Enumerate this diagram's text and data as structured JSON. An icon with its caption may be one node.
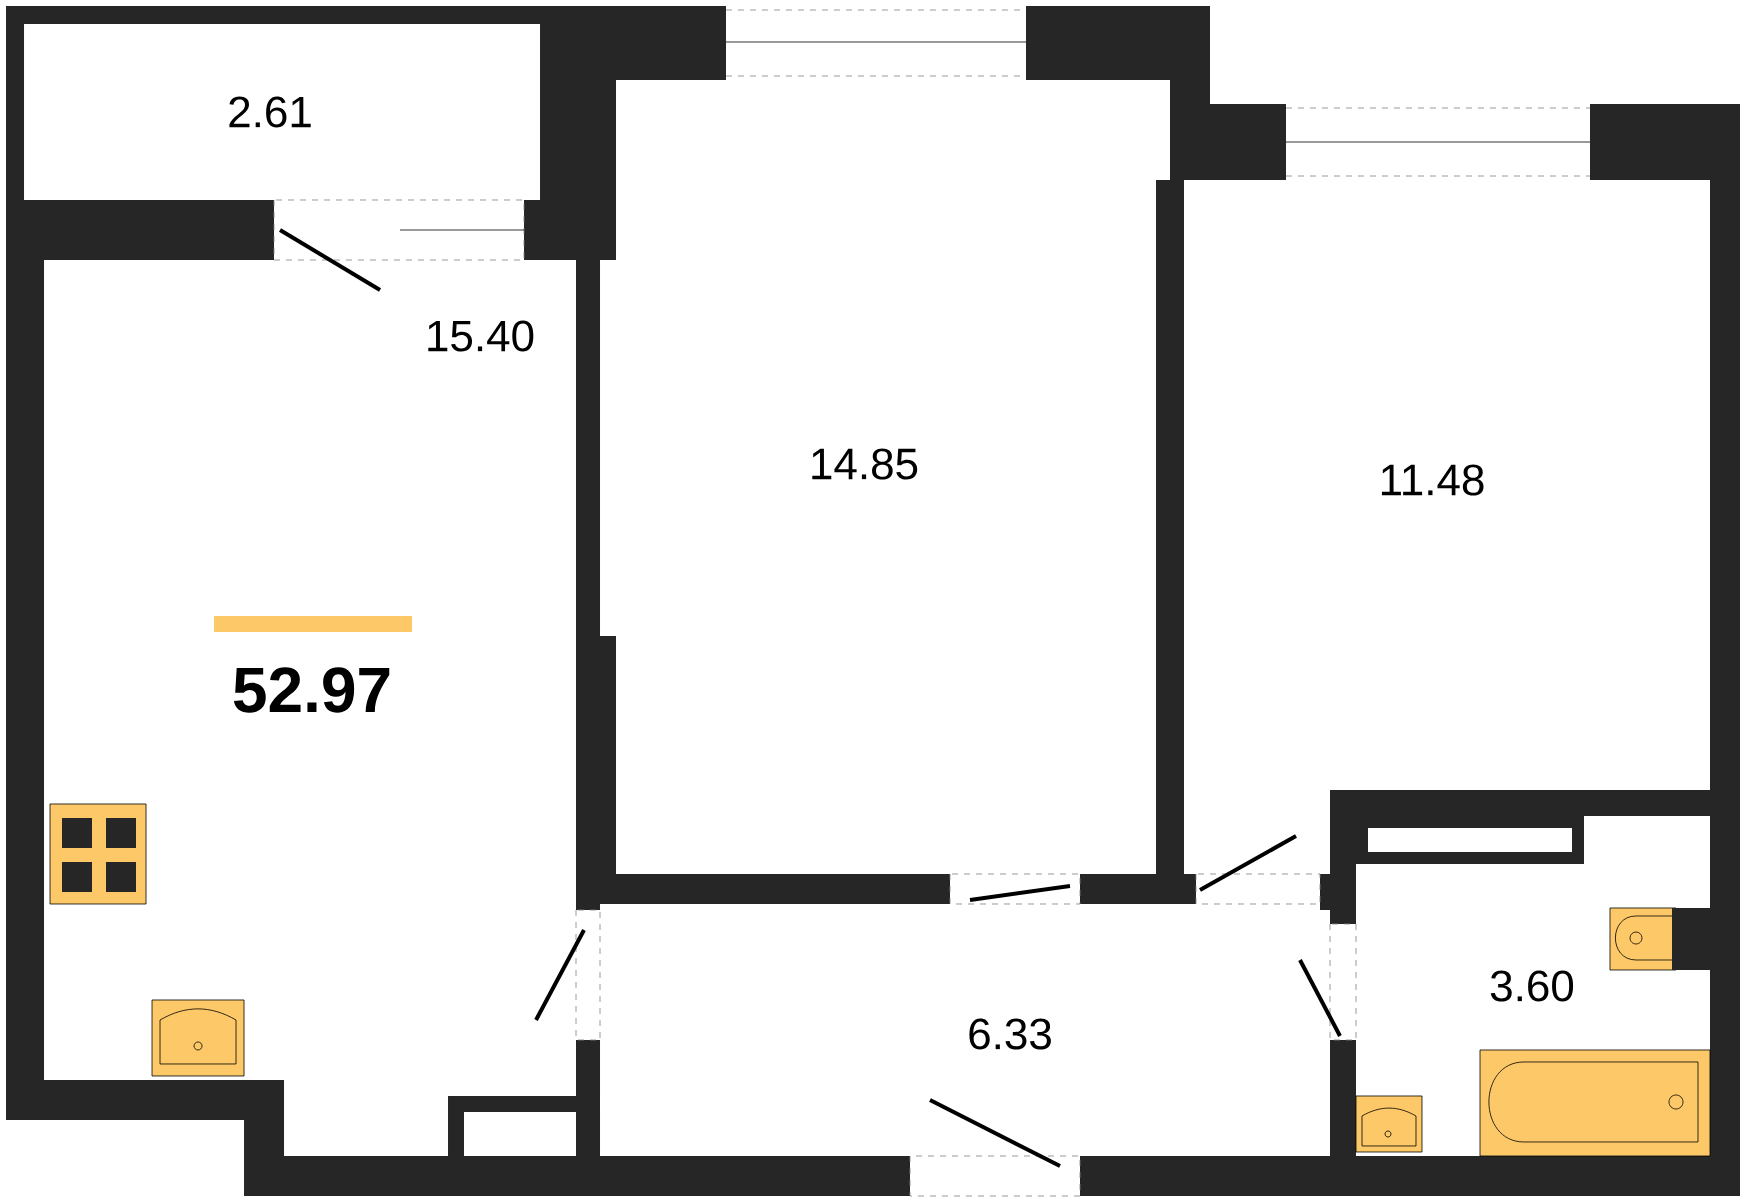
{
  "diagram": {
    "labels": [
      "2.61",
      "15.40",
      "14.85",
      "11.48",
      "52.97",
      "3.60",
      "6.33"
    ]
  }
}
